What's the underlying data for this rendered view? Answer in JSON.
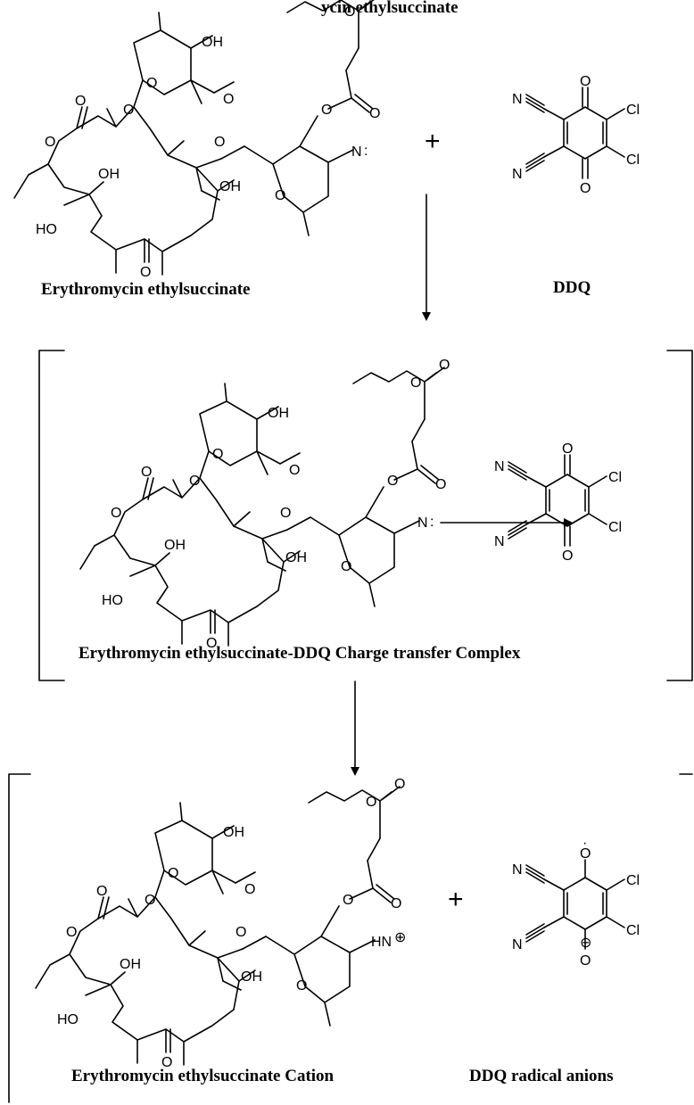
{
  "header_fragment": "ycin ethylsuccinate",
  "operator": "+",
  "step1": {
    "reactant_label": "Erythromycin ethylsuccinate",
    "reagent_label": "DDQ"
  },
  "step2": {
    "complex_label": "Erythromycin ethylsuccinate-DDQ Charge transfer Complex"
  },
  "step3": {
    "product1_label": "Erythromycin ethylsuccinate Cation",
    "product2_label": "DDQ radical anions"
  },
  "atoms": {
    "OH": "OH",
    "HO": "HO",
    "O": "O",
    "N": "N",
    "Cl": "Cl",
    "HN": "HN",
    "lone_pair": ":",
    "plus_charge": "⊕",
    "minus_charge": "⊖",
    "radical": "·"
  },
  "colors": {
    "ink": "#000000",
    "background": "#ffffff"
  }
}
